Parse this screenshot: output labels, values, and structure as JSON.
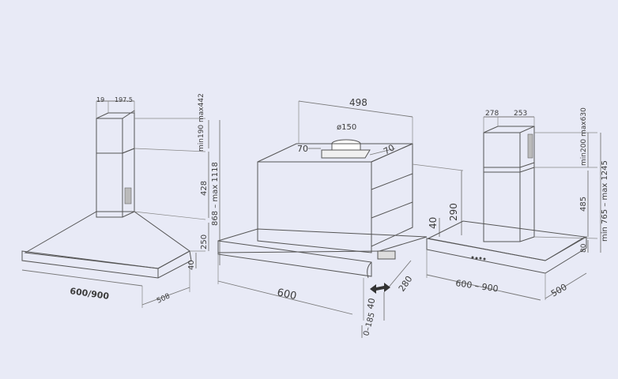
{
  "colors": {
    "background": "#e8eaf6",
    "outline": "#555555",
    "label": "#3c3c3c"
  },
  "hood_chimney": {
    "w_19": "19",
    "w_197_5": "197.5",
    "min190_max442": "min190 max442",
    "h_428": "428",
    "range_868_1118": "868 – max 1118",
    "h_250": "250",
    "h_40": "40",
    "width": "600/900",
    "depth": "508"
  },
  "hood_telescopic": {
    "depth_498": "498",
    "diameter": "ø150",
    "angle_left": "70",
    "angle_right": "70",
    "h_290": "290",
    "h_40": "40",
    "width": "600",
    "front_40": "40",
    "depth_280": "280",
    "travel": "0–185"
  },
  "hood_island": {
    "w_278": "278",
    "w_253": "253",
    "min200_max630": "min200 max630",
    "h_485": "485",
    "range_765_1245": "min 765 – max 1245",
    "h_80": "80",
    "width": "600 – 900",
    "depth": "500"
  }
}
